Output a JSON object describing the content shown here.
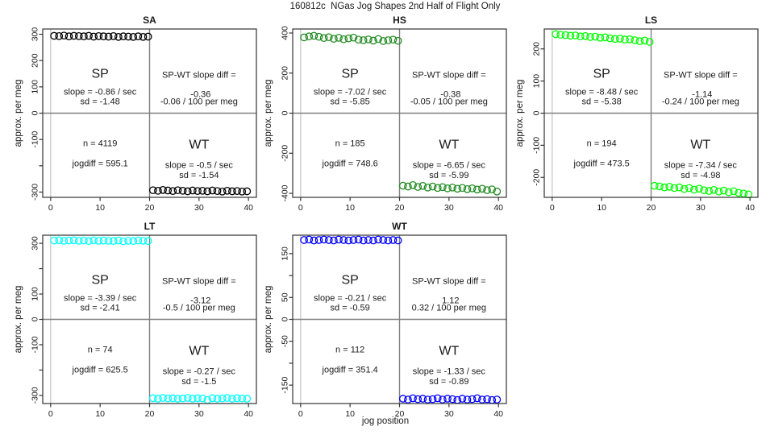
{
  "chart_data": {
    "type": "scatter",
    "title": "160812c  NGas Jog Shapes 2nd Half of Flight Only",
    "xlabel": "jog position",
    "ylabel": "approx. per meg",
    "x_ticks": [
      0,
      10,
      20,
      30,
      40
    ],
    "x_range": [
      -1.6,
      41.6
    ],
    "reference_lines": {
      "vertical_light": 0,
      "vertical_gray": 20,
      "horizontal_gray": 0
    },
    "panels": [
      {
        "name": "SA",
        "color": "#000000",
        "ylim": [
          -320,
          320
        ],
        "yticks": [
          {
            "v": 300,
            "label": "300"
          },
          {
            "v": 200,
            "label": "200"
          },
          {
            "v": 100,
            "label": "100"
          },
          {
            "v": 0,
            "label": "0"
          },
          {
            "v": -100,
            "label": "-100"
          },
          {
            "v": -200,
            "label": ""
          },
          {
            "v": -300,
            "label": "-300"
          }
        ],
        "sp": {
          "x0": 0.7,
          "y": [
            294,
            293,
            295,
            292,
            294,
            293,
            292,
            294,
            291,
            293,
            292,
            291,
            293,
            290,
            292,
            291,
            290,
            292,
            290,
            291
          ]
        },
        "wt": {
          "x0": 20.7,
          "y": [
            -293,
            -295,
            -292,
            -294,
            -296,
            -293,
            -295,
            -297,
            -294,
            -296,
            -295,
            -297,
            -294,
            -296,
            -298,
            -295,
            -297,
            -296,
            -298,
            -297
          ]
        },
        "text": {
          "sp_label": "SP",
          "sp_slope": "slope = -0.86 / sec",
          "sp_sd": "sd = -1.48",
          "diff1": "SP-WT slope diff =",
          "diff2": "-0.36",
          "diff3": "-0.06 / 100 per meg",
          "n": "n = 4119",
          "jogdiff": "jogdiff = 595.1",
          "wt_label": "WT",
          "wt_slope": "slope = -0.5 / sec",
          "wt_sd": "sd = -1.54"
        }
      },
      {
        "name": "HS",
        "color": "#228B22",
        "ylim": [
          -420,
          420
        ],
        "yticks": [
          {
            "v": 400,
            "label": "400"
          },
          {
            "v": 200,
            "label": "200"
          },
          {
            "v": 0,
            "label": "0"
          },
          {
            "v": -200,
            "label": "-200"
          },
          {
            "v": -400,
            "label": "-400"
          }
        ],
        "sp": {
          "x0": 0.7,
          "y": [
            378,
            383,
            386,
            381,
            375,
            379,
            371,
            376,
            369,
            373,
            377,
            367,
            364,
            368,
            362,
            370,
            360,
            364,
            367,
            361
          ]
        },
        "wt": {
          "x0": 20.7,
          "y": [
            -362,
            -366,
            -359,
            -368,
            -363,
            -371,
            -366,
            -373,
            -369,
            -375,
            -371,
            -377,
            -373,
            -379,
            -375,
            -381,
            -377,
            -384,
            -380,
            -391
          ]
        },
        "text": {
          "sp_label": "SP",
          "sp_slope": "slope = -7.02 / sec",
          "sp_sd": "sd = -5.85",
          "diff1": "SP-WT slope diff =",
          "diff2": "-0.38",
          "diff3": "-0.05 / 100 per meg",
          "n": "n = 185",
          "jogdiff": "jogdiff = 748.6",
          "wt_label": "WT",
          "wt_slope": "slope = -6.65 / sec",
          "wt_sd": "sd = -5.99"
        }
      },
      {
        "name": "LS",
        "color": "#00FF00",
        "ylim": [
          -262,
          262
        ],
        "yticks": [
          {
            "v": 200,
            "label": "200"
          },
          {
            "v": 100,
            "label": "100"
          },
          {
            "v": 0,
            "label": "0"
          },
          {
            "v": -100,
            "label": "-100"
          },
          {
            "v": -200,
            "label": "-200"
          }
        ],
        "sp": {
          "x0": 0.7,
          "y": [
            246,
            244,
            243,
            241,
            242,
            239,
            240,
            237,
            238,
            235,
            236,
            233,
            231,
            232,
            229,
            230,
            227,
            224,
            226,
            222
          ]
        },
        "wt": {
          "x0": 20.7,
          "y": [
            -226,
            -228,
            -231,
            -229,
            -233,
            -231,
            -236,
            -233,
            -238,
            -235,
            -240,
            -242,
            -239,
            -244,
            -241,
            -246,
            -243,
            -248,
            -250,
            -253
          ]
        },
        "text": {
          "sp_label": "SP",
          "sp_slope": "slope = -8.48 / sec",
          "sp_sd": "sd = -5.38",
          "diff1": "SP-WT slope diff =",
          "diff2": "-1.14",
          "diff3": "-0.24 / 100 per meg",
          "n": "n = 194",
          "jogdiff": "jogdiff = 473.5",
          "wt_label": "WT",
          "wt_slope": "slope = -7.34 / sec",
          "wt_sd": "sd = -4.98"
        }
      },
      {
        "name": "LT",
        "color": "#00FFFF",
        "ylim": [
          -332,
          332
        ],
        "yticks": [
          {
            "v": 300,
            "label": "300"
          },
          {
            "v": 200,
            "label": ""
          },
          {
            "v": 100,
            "label": "100"
          },
          {
            "v": 0,
            "label": "0"
          },
          {
            "v": -100,
            "label": "-100"
          },
          {
            "v": -200,
            "label": ""
          },
          {
            "v": -300,
            "label": "-300"
          }
        ],
        "sp": {
          "x0": 0.7,
          "y": [
            311,
            312,
            310,
            311,
            312,
            310,
            311,
            309,
            312,
            310,
            311,
            310,
            309,
            311,
            308,
            310,
            309,
            311,
            310,
            309
          ]
        },
        "wt": {
          "x0": 20.7,
          "y": [
            -311,
            -313,
            -310,
            -312,
            -311,
            -313,
            -312,
            -310,
            -313,
            -311,
            -312,
            -318,
            -311,
            -313,
            -312,
            -310,
            -313,
            -311,
            -312,
            -313
          ]
        },
        "text": {
          "sp_label": "SP",
          "sp_slope": "slope = -3.39 / sec",
          "sp_sd": "sd = -2.41",
          "diff1": "SP-WT slope diff =",
          "diff2": "-3.12",
          "diff3": "-0.5 / 100 per meg",
          "n": "n = 74",
          "jogdiff": "jogdiff = 625.5",
          "wt_label": "WT",
          "wt_slope": "slope = -0.27 / sec",
          "wt_sd": "sd = -1.5"
        }
      },
      {
        "name": "WT",
        "color": "#0000FF",
        "ylim": [
          -192,
          192
        ],
        "yticks": [
          {
            "v": 150,
            "label": "150"
          },
          {
            "v": 100,
            "label": ""
          },
          {
            "v": 50,
            "label": "50"
          },
          {
            "v": 0,
            "label": "0"
          },
          {
            "v": -50,
            "label": "-50"
          },
          {
            "v": -100,
            "label": ""
          },
          {
            "v": -150,
            "label": "-150"
          }
        ],
        "sp": {
          "x0": 0.7,
          "y": [
            181,
            182,
            180,
            181,
            182,
            181,
            180,
            182,
            181,
            180,
            181,
            182,
            180,
            181,
            180,
            182,
            181,
            180,
            181,
            180
          ]
        },
        "wt": {
          "x0": 20.7,
          "y": [
            -181,
            -183,
            -180,
            -182,
            -181,
            -183,
            -182,
            -180,
            -183,
            -181,
            -182,
            -184,
            -181,
            -183,
            -182,
            -180,
            -183,
            -182,
            -184,
            -183
          ]
        },
        "text": {
          "sp_label": "SP",
          "sp_slope": "slope = -0.21 / sec",
          "sp_sd": "sd = -0.59",
          "diff1": "SP-WT slope diff =",
          "diff2": "1.12",
          "diff3": "0.32 / 100 per meg",
          "n": "n = 112",
          "jogdiff": "jogdiff = 351.4",
          "wt_label": "WT",
          "wt_slope": "slope = -1.33 / sec",
          "wt_sd": "sd = -0.89"
        }
      }
    ]
  }
}
